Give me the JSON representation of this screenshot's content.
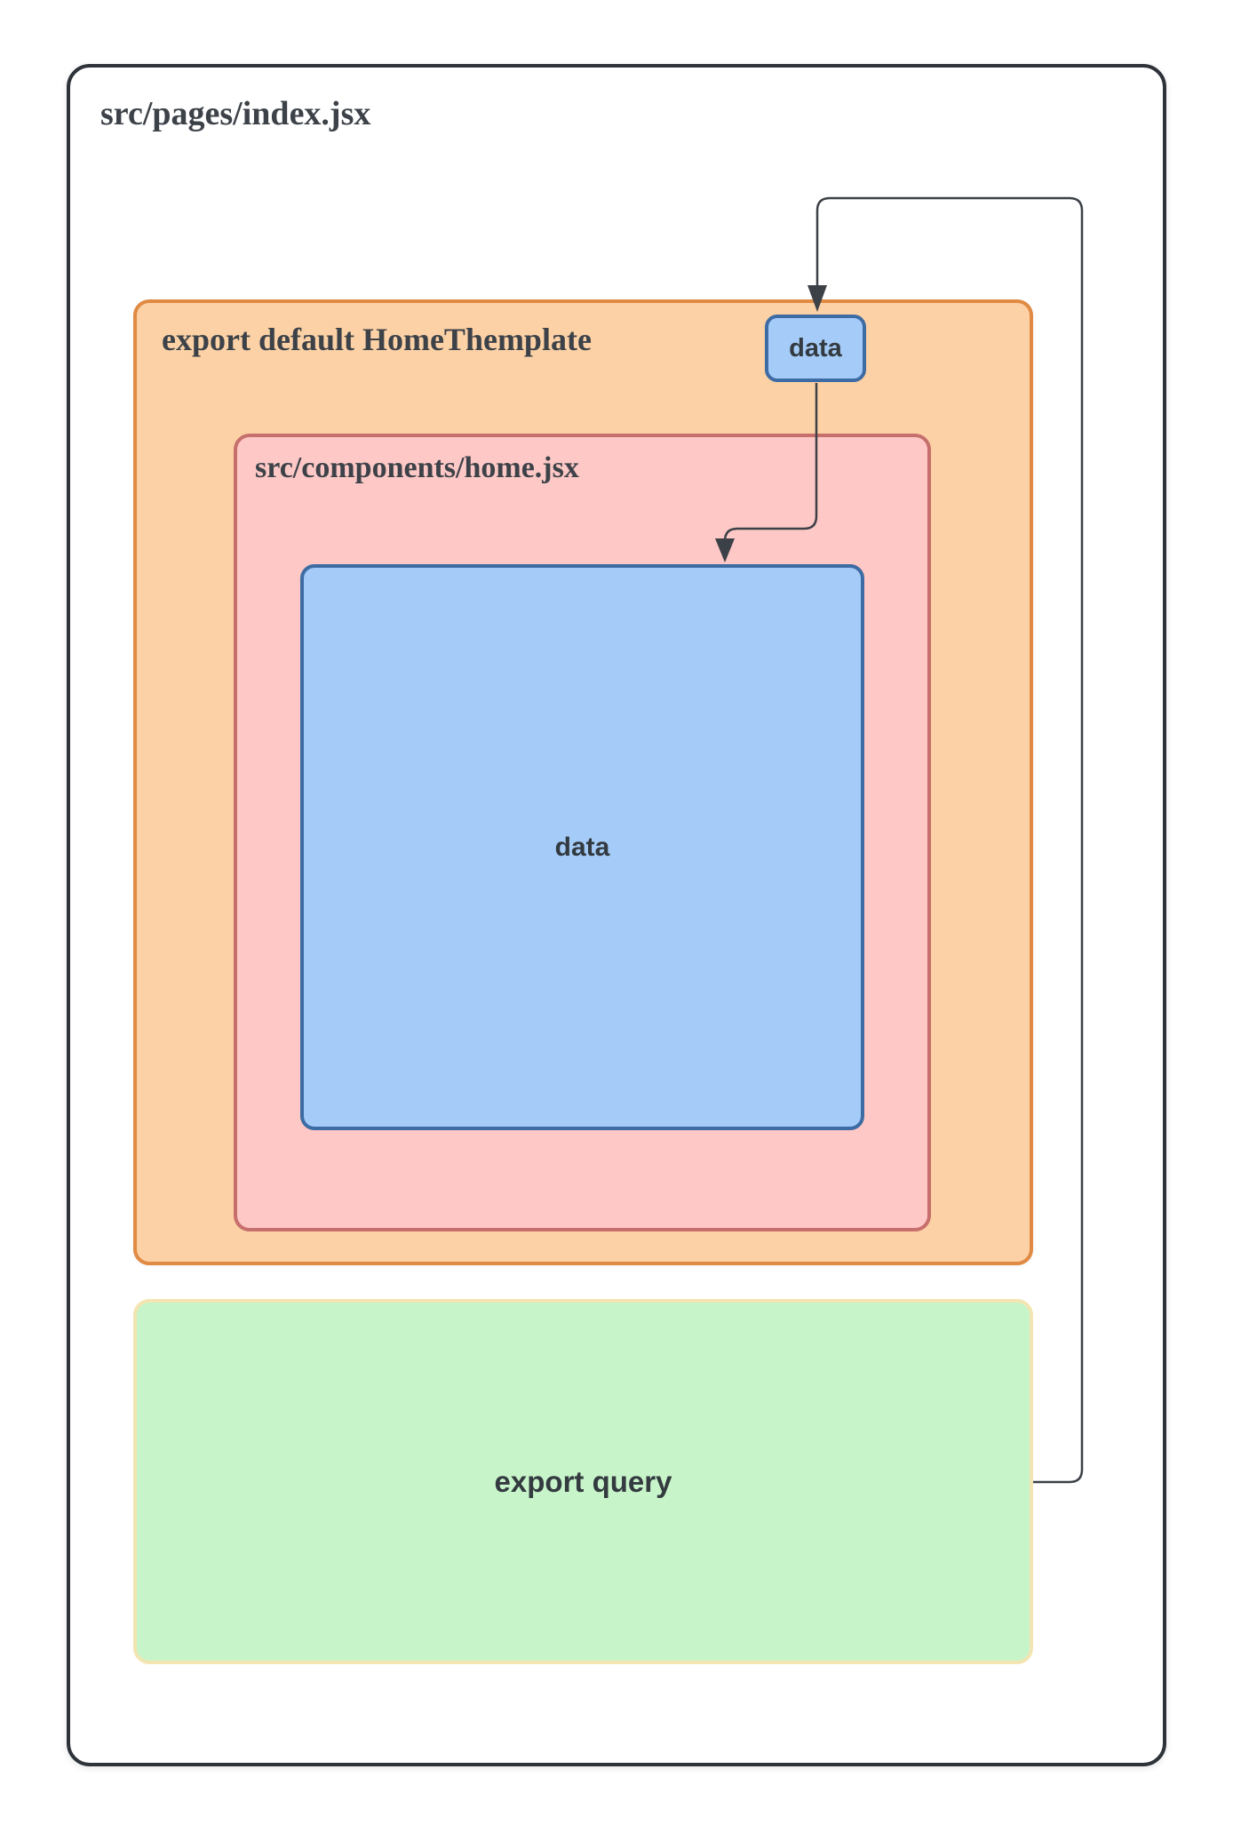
{
  "diagram": {
    "index_file": {
      "title": "src/pages/index.jsx"
    },
    "home_template": {
      "title": "export default HomeThemplate"
    },
    "data_chip": {
      "label": "data"
    },
    "home_component": {
      "title": "src/components/home.jsx"
    },
    "data_block": {
      "label": "data"
    },
    "query_block": {
      "label": "export query"
    }
  },
  "icons": {
    "arrow_query_to_chip": "arrow-down-icon",
    "arrow_chip_to_block": "arrow-down-icon"
  },
  "colors": {
    "outer_border": "#2e333a",
    "title_text": "#3d4249",
    "label_text": "#333a40",
    "orange_fill": "#fcd1a5",
    "orange_border": "#e08a43",
    "pink_fill": "#fdc8c5",
    "pink_border": "#c76f6d",
    "blue_fill": "#a5ccf8",
    "blue_border": "#3d6ba3",
    "green_fill": "#c8f4ca",
    "green_border": "#f3e5b2",
    "arrow_line": "#3c4147"
  }
}
